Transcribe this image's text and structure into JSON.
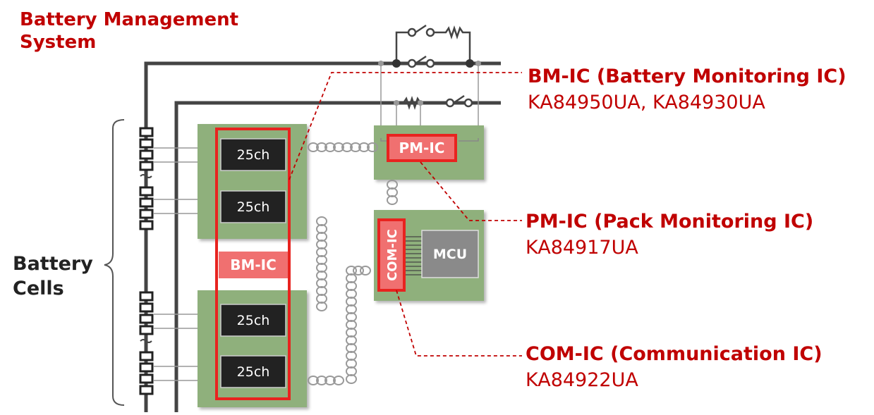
{
  "title": {
    "line1": "Battery Management",
    "line2": "System"
  },
  "battery_cells_label": {
    "line1": "Battery",
    "line2": "Cells"
  },
  "bm_ic": {
    "block_label": "BM-IC",
    "channel_label": "25ch",
    "callout_title": "BM-IC (Battery Monitoring IC)",
    "callout_parts": "KA84950UA, KA84930UA"
  },
  "pm_ic": {
    "block_label": "PM-IC",
    "callout_title": "PM-IC (Pack Monitoring IC)",
    "callout_parts": "KA84917UA"
  },
  "com_ic": {
    "block_label": "COM-IC",
    "callout_title": "COM-IC (Communication IC)",
    "callout_parts": "KA84922UA"
  },
  "mcu": {
    "label": "MCU"
  },
  "colors": {
    "accent_red": "#c00000",
    "highlight_red": "#e8231f",
    "label_fill": "#f07070",
    "board_green": "#8fb07c",
    "chip_dark": "#222222",
    "mcu_gray": "#8a8a8a"
  }
}
